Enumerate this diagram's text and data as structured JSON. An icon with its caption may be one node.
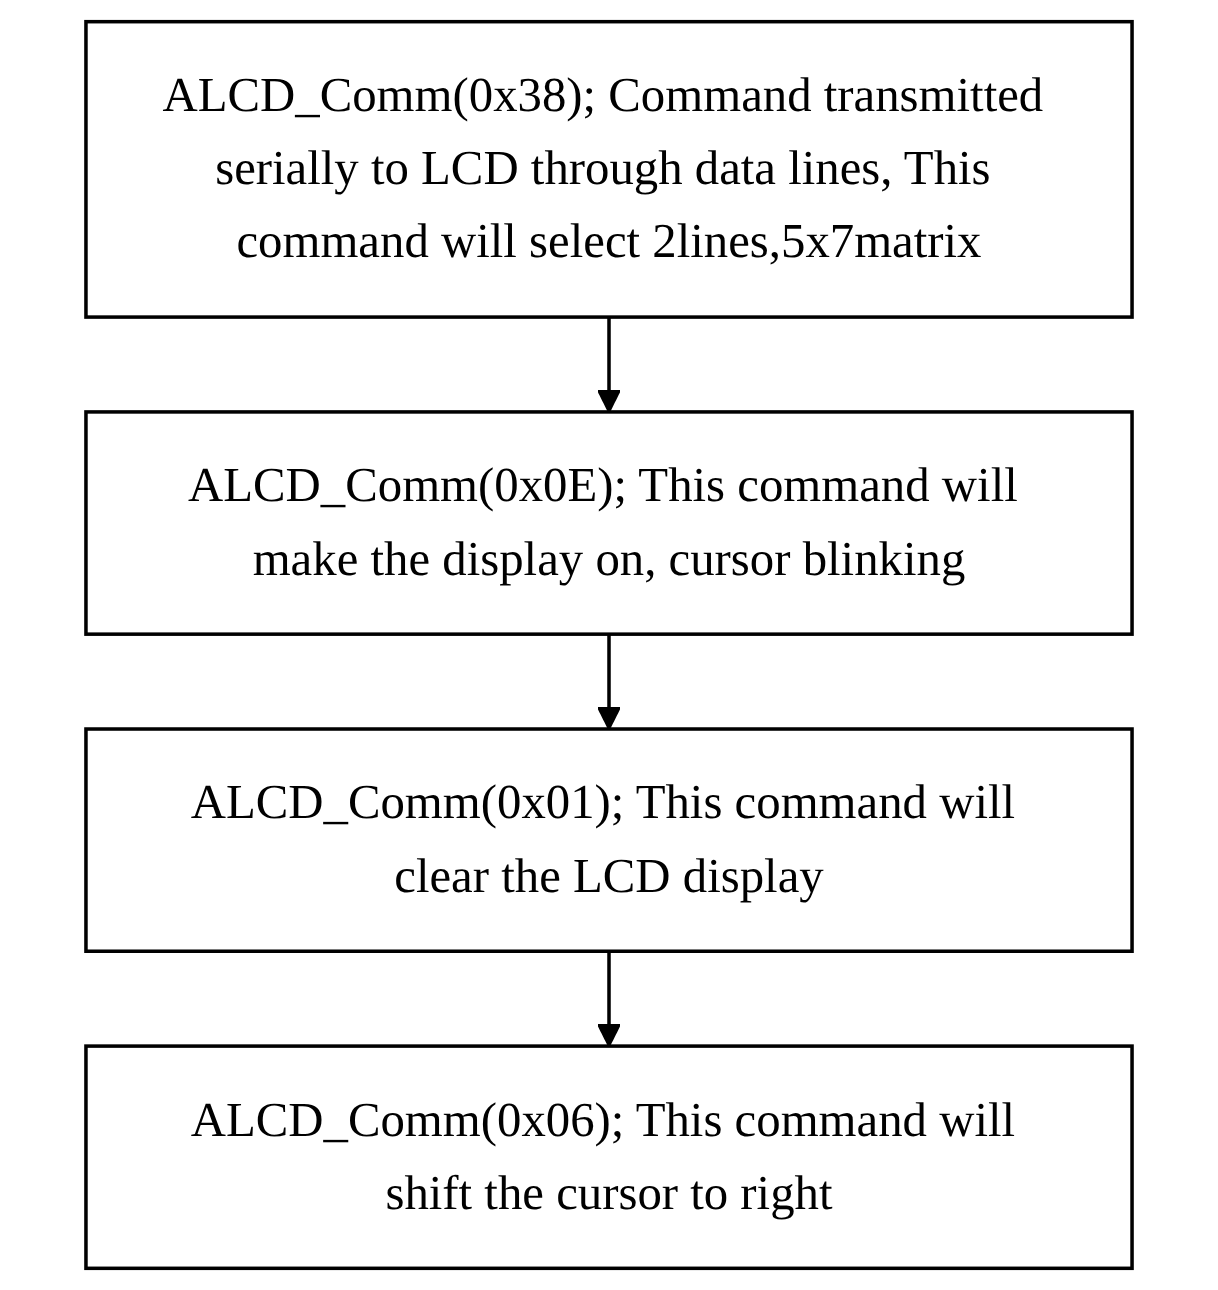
{
  "diagram": {
    "nodes": [
      {
        "text": [
          "ALCD_Comm(0x38); Command transmitted serially to LCD through data lines, This command will select 2lines,5x7matrix"
        ]
      },
      {
        "text": [
          "ALCD_Comm(0x0E); This command will make the display on, cursor blinking"
        ]
      },
      {
        "text": [
          "ALCD_Comm(0x01); This command will clear the LCD display"
        ]
      },
      {
        "text": [
          "ALCD_Comm(0x06); This command will shift the cursor to right"
        ]
      }
    ],
    "edges": [
      {
        "from": 0,
        "to": 1,
        "arrow": "to"
      },
      {
        "from": 1,
        "to": 2,
        "arrow": "to"
      },
      {
        "from": 2,
        "to": 3,
        "arrow": "to"
      }
    ]
  }
}
